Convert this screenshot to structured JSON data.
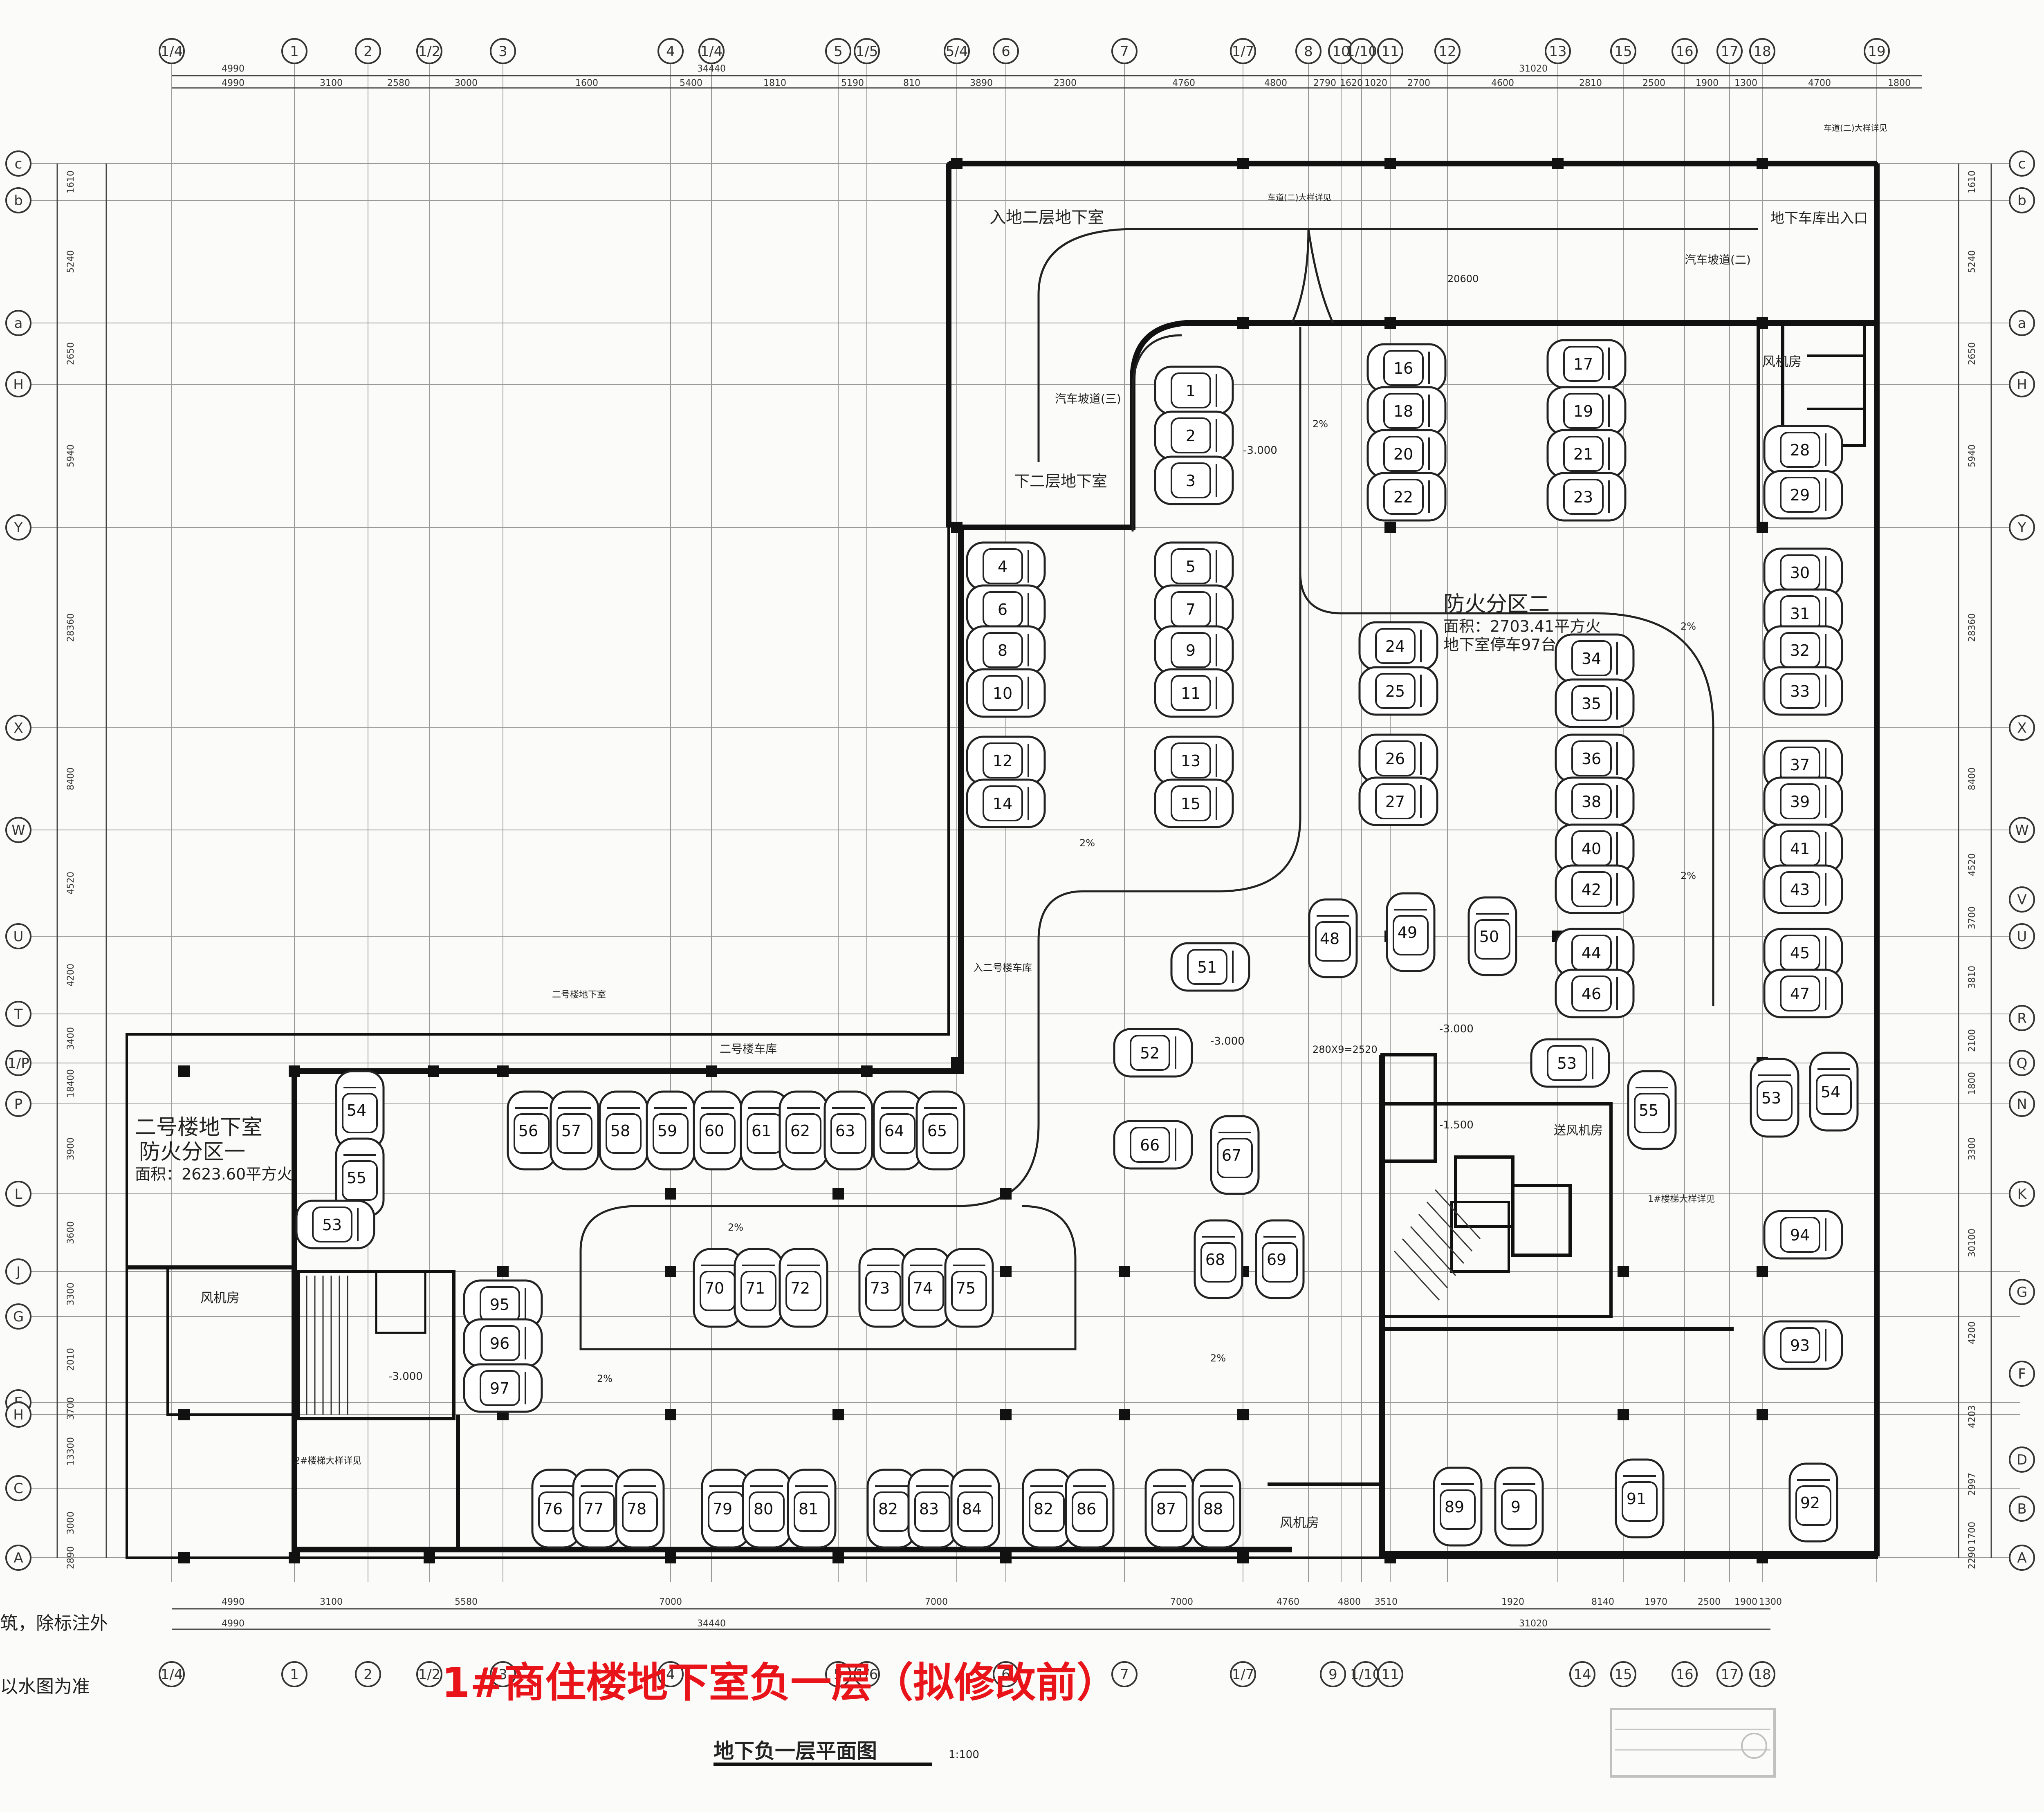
{
  "drawing": {
    "title_red": "1#商住楼地下室负一层（拟修改前）",
    "subtitle": "地下负一层平面图",
    "scale": "1:100",
    "stamp_text": "(stamp)"
  },
  "grid": {
    "top_axes": [
      "1/4",
      "1",
      "2",
      "1/2",
      "3",
      "4",
      "1/4",
      "5",
      "1/5",
      "5/4",
      "6",
      "7",
      "1/7",
      "8",
      "10",
      "1/10",
      "11",
      "12",
      "13",
      "15",
      "16",
      "17",
      "18",
      "19"
    ],
    "bottom_axes": [
      "1/4",
      "1",
      "2",
      "1/2",
      "3",
      "4",
      "5",
      "1/6",
      "6",
      "7",
      "1/7",
      "9",
      "1/10",
      "11",
      "14",
      "15",
      "16",
      "17",
      "18"
    ],
    "left_axes": [
      "c",
      "b",
      "a",
      "H",
      "Y",
      "X",
      "W",
      "U",
      "T",
      "1/P",
      "P",
      "L",
      "J",
      "G",
      "E",
      "H",
      "C",
      "A"
    ],
    "right_axes": [
      "c",
      "b",
      "a",
      "H",
      "Y",
      "X",
      "W",
      "V",
      "U",
      "R",
      "Q",
      "N",
      "K",
      "G",
      "F",
      "D",
      "B",
      "A"
    ],
    "top_dims_row1": [
      "4990",
      "34440",
      "31020"
    ],
    "top_dims_row2": [
      "4990",
      "3100",
      "2580",
      "3000",
      "1600",
      "5400",
      "1810",
      "5190",
      "810",
      "3890",
      "2300",
      "4760",
      "4800",
      "2790",
      "1620",
      "1020",
      "2700",
      "4600",
      "2810",
      "2500",
      "1900",
      "1300",
      "4700",
      "1800"
    ],
    "bottom_dims_row1": [
      "4990",
      "3100",
      "5580",
      "7000",
      "7000",
      "7000",
      "4760",
      "4800",
      "3510",
      "1920",
      "8140",
      "1970",
      "2500",
      "1900",
      "1300"
    ],
    "bottom_dims_row2": [
      "4990",
      "34440",
      "31020"
    ],
    "left_dims": [
      "1610",
      "5240",
      "2650",
      "5940",
      "28360",
      "8400",
      "4520",
      "4200",
      "3400",
      "18400",
      "3900",
      "3600",
      "3300",
      "2010",
      "3700",
      "13300",
      "3000",
      "2890"
    ],
    "right_dims": [
      "1610",
      "5240",
      "2650",
      "5940",
      "28360",
      "8400",
      "4520",
      "3700",
      "3810",
      "2100",
      "1800",
      "3300",
      "30100",
      "4200",
      "4203",
      "2997",
      "1700",
      "2290"
    ]
  },
  "labels": {
    "entry_b2": "入地二层地下室",
    "down_b2": "下二层地下室",
    "ramp3": "汽车坡道(三)",
    "ramp2": "汽车坡道(二)",
    "garage_exit": "地下车库出入口",
    "ramp_detail": "车道(二)大样详见",
    "ramp_detail2": "车道(二)大样详见",
    "fan_room": "风机房",
    "fan_room2": "风机房",
    "fan_room3": "风机房",
    "supply_fan_room": "送风机房",
    "zone2_title": "防火分区二",
    "zone2_area": "面积：2703.41平方火",
    "zone2_parking": "地下室停车97台",
    "zone1_b2": "二号楼地下室",
    "zone1_title": "防火分区一",
    "zone1_area": "面积：2623.60平方火",
    "bldg2_base": "二号楼地下室",
    "bldg2_garage": "二号楼车库",
    "entry_bldg2": "入二号楼车库",
    "stair_detail": "2#楼梯大样详见",
    "stair_detail1": "1#楼梯大样详见",
    "left_note1": "筑，除标注外",
    "left_note2": "以水图为准",
    "level_a": "-3.000",
    "level_b": "-1.500",
    "slope": "2%",
    "dim_20600": "20600",
    "dim_280x9": "280X9=2520"
  },
  "parking_spaces": [
    "1",
    "2",
    "3",
    "4",
    "5",
    "6",
    "7",
    "8",
    "9",
    "10",
    "11",
    "12",
    "13",
    "14",
    "15",
    "16",
    "17",
    "18",
    "19",
    "20",
    "21",
    "22",
    "23",
    "24",
    "25",
    "26",
    "27",
    "28",
    "29",
    "30",
    "31",
    "32",
    "33",
    "34",
    "35",
    "36",
    "37",
    "38",
    "39",
    "40",
    "41",
    "42",
    "43",
    "44",
    "45",
    "46",
    "47",
    "48",
    "49",
    "50",
    "51",
    "52",
    "53",
    "54",
    "55",
    "56",
    "57",
    "58",
    "59",
    "60",
    "61",
    "62",
    "63",
    "64",
    "65",
    "66",
    "67",
    "68",
    "69",
    "70",
    "71",
    "72",
    "73",
    "74",
    "75",
    "76",
    "77",
    "78",
    "79",
    "80",
    "81",
    "82",
    "83",
    "84",
    "82",
    "86",
    "87",
    "88",
    "89",
    "9",
    "91",
    "92",
    "93",
    "94",
    "95",
    "96",
    "97",
    "53",
    "54",
    "55",
    "53"
  ]
}
